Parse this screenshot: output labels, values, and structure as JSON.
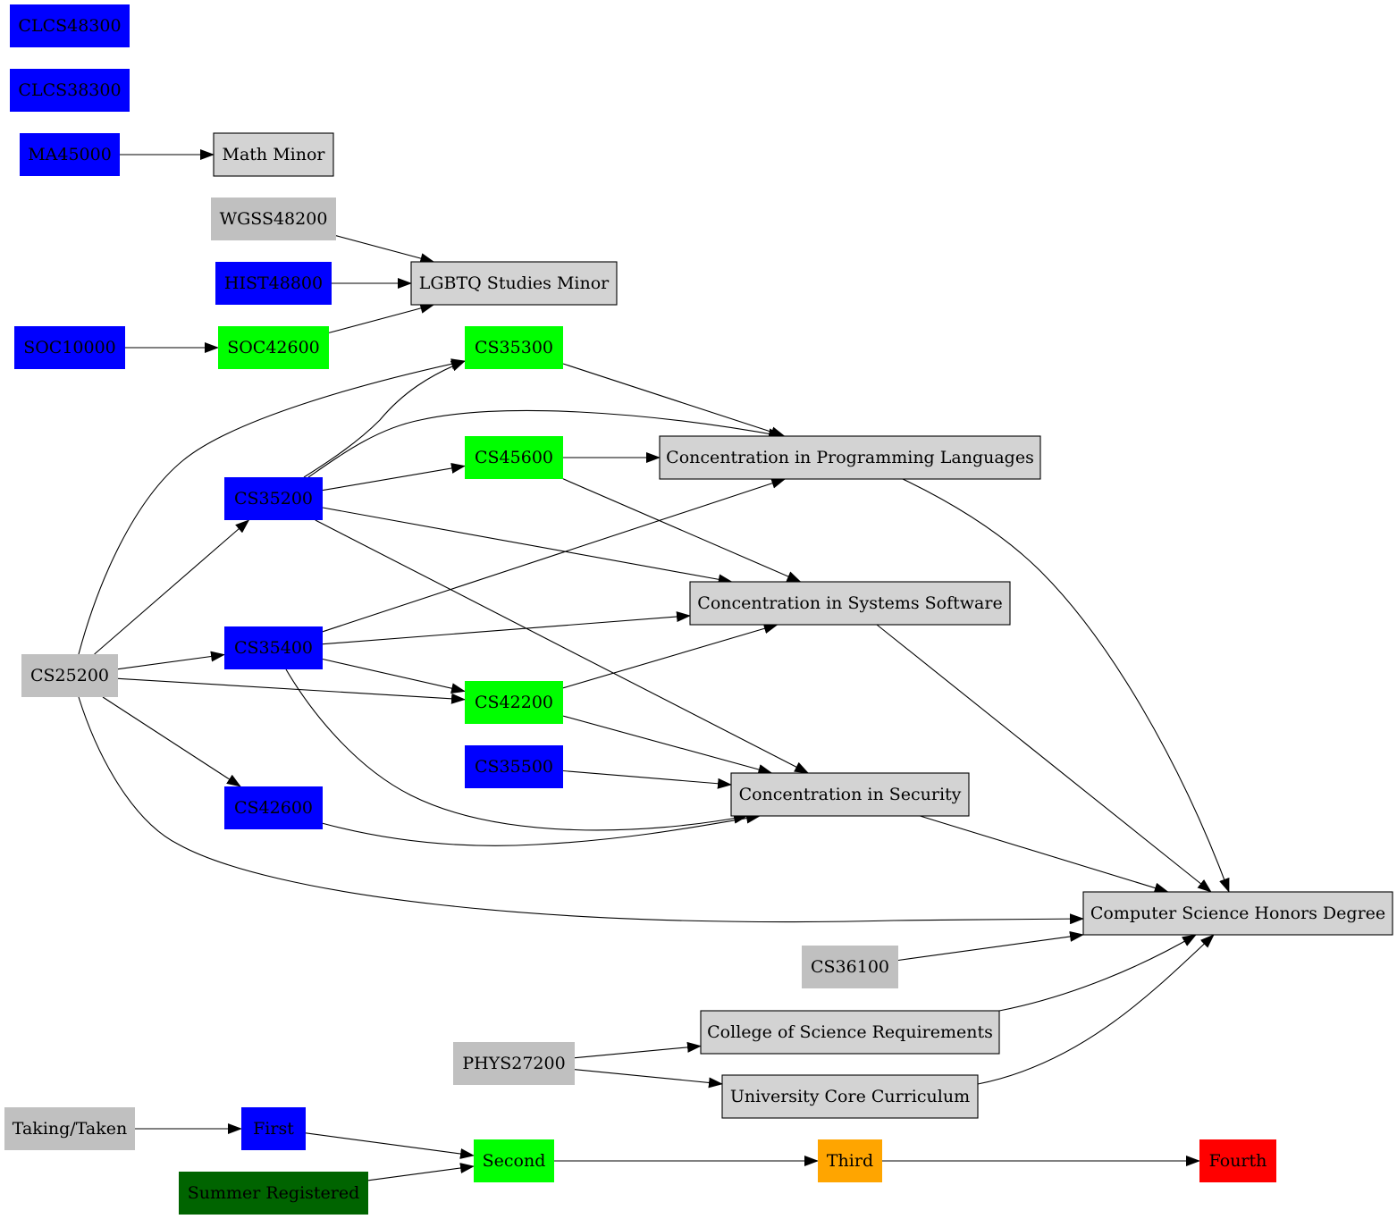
{
  "colors": {
    "blue": "#0000ff",
    "green": "#00ff00",
    "gray": "#c0c0c0",
    "light_gray": "#d3d3d3",
    "dark_green": "#006400",
    "orange": "#ffa500",
    "red": "#ff0000"
  },
  "nodes": {
    "clcs48300": {
      "label": "CLCS48300",
      "color": "blue"
    },
    "clcs38300": {
      "label": "CLCS38300",
      "color": "blue"
    },
    "ma45000": {
      "label": "MA45000",
      "color": "blue"
    },
    "math_minor": {
      "label": "Math Minor",
      "color": "light_gray",
      "outlined": true
    },
    "wgss48200": {
      "label": "WGSS48200",
      "color": "gray"
    },
    "hist48800": {
      "label": "HIST48800",
      "color": "blue"
    },
    "lgbtq_minor": {
      "label": "LGBTQ Studies Minor",
      "color": "light_gray",
      "outlined": true
    },
    "soc10000": {
      "label": "SOC10000",
      "color": "blue"
    },
    "soc42600": {
      "label": "SOC42600",
      "color": "green"
    },
    "cs35300": {
      "label": "CS35300",
      "color": "green"
    },
    "cs45600": {
      "label": "CS45600",
      "color": "green"
    },
    "cs35200": {
      "label": "CS35200",
      "color": "blue"
    },
    "conc_pl": {
      "label": "Concentration in Programming Languages",
      "color": "light_gray",
      "outlined": true
    },
    "conc_ss": {
      "label": "Concentration in Systems Software",
      "color": "light_gray",
      "outlined": true
    },
    "cs35400": {
      "label": "CS35400",
      "color": "blue"
    },
    "cs25200": {
      "label": "CS25200",
      "color": "gray"
    },
    "cs42200": {
      "label": "CS42200",
      "color": "green"
    },
    "cs35500": {
      "label": "CS35500",
      "color": "blue"
    },
    "conc_sec": {
      "label": "Concentration in Security",
      "color": "light_gray",
      "outlined": true
    },
    "cs42600": {
      "label": "CS42600",
      "color": "blue"
    },
    "cs_honors": {
      "label": "Computer Science Honors Degree",
      "color": "light_gray",
      "outlined": true
    },
    "cs36100": {
      "label": "CS36100",
      "color": "gray"
    },
    "cos_req": {
      "label": "College of Science Requirements",
      "color": "light_gray",
      "outlined": true
    },
    "phys27200": {
      "label": "PHYS27200",
      "color": "gray"
    },
    "univ_core": {
      "label": "University Core Curriculum",
      "color": "light_gray",
      "outlined": true
    },
    "taking_taken": {
      "label": "Taking/Taken",
      "color": "gray"
    },
    "first": {
      "label": "First",
      "color": "blue"
    },
    "summer_registered": {
      "label": "Summer Registered",
      "color": "dark_green"
    },
    "second": {
      "label": "Second",
      "color": "green"
    },
    "third": {
      "label": "Third",
      "color": "orange"
    },
    "fourth": {
      "label": "Fourth",
      "color": "red"
    }
  },
  "edges": [
    [
      "ma45000",
      "math_minor"
    ],
    [
      "wgss48200",
      "lgbtq_minor"
    ],
    [
      "hist48800",
      "lgbtq_minor"
    ],
    [
      "soc42600",
      "lgbtq_minor"
    ],
    [
      "soc10000",
      "soc42600"
    ],
    [
      "cs25200",
      "cs35300"
    ],
    [
      "cs35200",
      "cs35300"
    ],
    [
      "cs35200",
      "conc_pl"
    ],
    [
      "cs35200",
      "cs45600"
    ],
    [
      "cs35200",
      "conc_ss"
    ],
    [
      "cs35200",
      "conc_sec"
    ],
    [
      "cs35300",
      "conc_pl"
    ],
    [
      "cs45600",
      "conc_pl"
    ],
    [
      "cs45600",
      "conc_ss"
    ],
    [
      "cs35400",
      "conc_pl"
    ],
    [
      "cs35400",
      "conc_ss"
    ],
    [
      "cs35400",
      "cs42200"
    ],
    [
      "cs35400",
      "conc_sec"
    ],
    [
      "cs25200",
      "cs35200"
    ],
    [
      "cs25200",
      "cs35400"
    ],
    [
      "cs25200",
      "cs42200"
    ],
    [
      "cs25200",
      "cs42600"
    ],
    [
      "cs25200",
      "cs_honors"
    ],
    [
      "cs42200",
      "conc_ss"
    ],
    [
      "cs42200",
      "conc_sec"
    ],
    [
      "cs35500",
      "conc_sec"
    ],
    [
      "cs42600",
      "conc_sec"
    ],
    [
      "conc_pl",
      "cs_honors"
    ],
    [
      "conc_ss",
      "cs_honors"
    ],
    [
      "conc_sec",
      "cs_honors"
    ],
    [
      "cs36100",
      "cs_honors"
    ],
    [
      "cos_req",
      "cs_honors"
    ],
    [
      "univ_core",
      "cs_honors"
    ],
    [
      "phys27200",
      "cos_req"
    ],
    [
      "phys27200",
      "univ_core"
    ],
    [
      "taking_taken",
      "first"
    ],
    [
      "first",
      "second"
    ],
    [
      "summer_registered",
      "second"
    ],
    [
      "second",
      "third"
    ],
    [
      "third",
      "fourth"
    ]
  ]
}
